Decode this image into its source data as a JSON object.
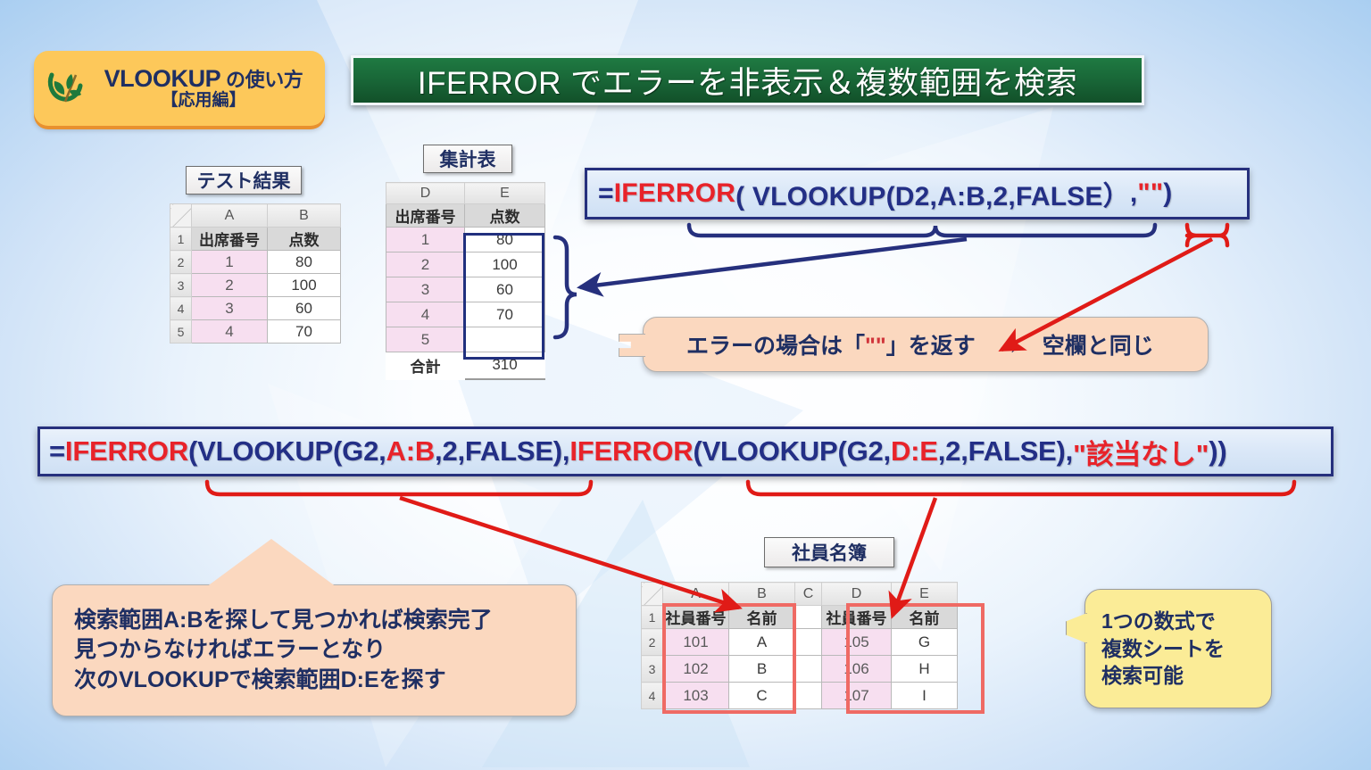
{
  "badge": {
    "logo_icon": "leaf-plant-icon",
    "line1_main": "VLOOKUP",
    "line1_sub": " の使い方",
    "line2": "【応用編】",
    "bg_color": "#fdc85a"
  },
  "title": {
    "text": "IFERROR でエラーを非表示＆複数範囲を検索",
    "bg_color": "#186436"
  },
  "sheet_labels": {
    "test_result": "テスト結果",
    "summary": "集計表",
    "employee_roster": "社員名簿"
  },
  "test_table": {
    "columns": [
      "A",
      "B"
    ],
    "header": [
      "出席番号",
      "点数"
    ],
    "row_numbers": [
      "1",
      "2",
      "3",
      "4",
      "5"
    ],
    "rows": [
      [
        "1",
        "80"
      ],
      [
        "2",
        "100"
      ],
      [
        "3",
        "60"
      ],
      [
        "4",
        "70"
      ]
    ]
  },
  "summary_table": {
    "columns": [
      "D",
      "E"
    ],
    "header": [
      "出席番号",
      "点数"
    ],
    "rows": [
      [
        "1",
        "80"
      ],
      [
        "2",
        "100"
      ],
      [
        "3",
        "60"
      ],
      [
        "4",
        "70"
      ],
      [
        "5",
        ""
      ]
    ],
    "total_label": "合計",
    "total_value": "310"
  },
  "employee_table": {
    "columns": [
      "A",
      "B",
      "C",
      "D",
      "E"
    ],
    "row_numbers": [
      "1",
      "2",
      "3",
      "4"
    ],
    "header_left": [
      "社員番号",
      "名前"
    ],
    "header_right": [
      "社員番号",
      "名前"
    ],
    "rows": [
      [
        "101",
        "A",
        "",
        "105",
        "G"
      ],
      [
        "102",
        "B",
        "",
        "106",
        "H"
      ],
      [
        "103",
        "C",
        "",
        "107",
        "I"
      ]
    ]
  },
  "formula1": {
    "p1": "=",
    "p2": "IFERROR",
    "p3": "( VLOOKUP(D2,A:B,2,FALSE）",
    "p4": " , ",
    "p5": "\"\"",
    "p6": " )"
  },
  "formula2": {
    "p1": "=",
    "p2": "IFERROR",
    "p3": "(VLOOKUP(G2,",
    "p4": "A:B",
    "p5": ",2,FALSE),",
    "p6": "IFERROR",
    "p7": "(VLOOKUP(G2,",
    "p8": "D:E",
    "p9": ",2,FALSE),",
    "p10": "\"該当なし\"",
    "p11": "))"
  },
  "callout_error": {
    "t1": "エラーの場合は「",
    "t2": "\"\"",
    "t3": "」を返す　→　空欄と同じ",
    "bg_color": "#fbd8bf"
  },
  "callout_search": {
    "line1": "検索範囲A:Bを探して見つかれば検索完了",
    "line2": "見つからなければエラーとなり",
    "line3": "次のVLOOKUPで検索範囲D:Eを探す",
    "bg_color": "#fbd8bf"
  },
  "callout_multi": {
    "line1": "1つの数式で",
    "line2": "複数シートを",
    "line3": "検索可能",
    "bg_color": "#fbec97"
  },
  "colors": {
    "navy": "#232f86",
    "red": "#e8232a",
    "green": "#186436",
    "pink_cell": "#f7dff0",
    "highlight_red": "#ef6a64"
  }
}
